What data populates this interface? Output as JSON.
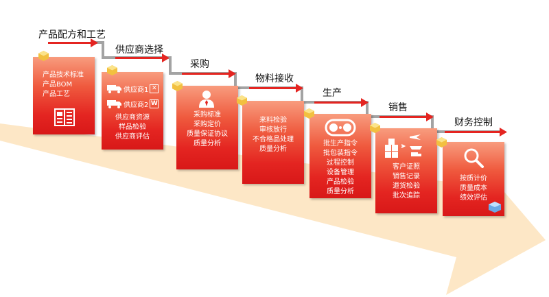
{
  "colors": {
    "accent": "#e42521",
    "connector": "#999999",
    "arrow_band": "#fde7c6",
    "cube": "#f7cf5a"
  },
  "steps": [
    {
      "title": "产品配方和工艺",
      "items": [
        "产品技术标准",
        "产品BOM",
        "产品工艺"
      ],
      "icon": "document-icon"
    },
    {
      "title": "供应商选择",
      "suppliers": [
        {
          "label": "供应商1",
          "mark": "✕"
        },
        {
          "label": "供应商2",
          "mark": "W"
        }
      ],
      "items": [
        "供应商资源",
        "样品检验",
        "供应商评估"
      ],
      "icon": "truck-icon"
    },
    {
      "title": "采购",
      "items": [
        "采购标准",
        "采购定价",
        "质量保证协议",
        "质量分析"
      ],
      "icon": "person-icon"
    },
    {
      "title": "物料接收",
      "items": [
        "来料检验",
        "审核放行",
        "不合格品处理",
        "质量分析"
      ],
      "icon": ""
    },
    {
      "title": "生产",
      "items": [
        "批生产指令",
        "批包装指令",
        "过程控制",
        "设备管理",
        "产品检验",
        "质量分析"
      ],
      "icon": "conveyor-icon"
    },
    {
      "title": "销售",
      "items": [
        "客户证照",
        "销售记录",
        "退货检验",
        "批次追踪"
      ],
      "icon": "logistics-icon"
    },
    {
      "title": "财务控制",
      "items": [
        "按质计价",
        "质量成本",
        "绩效评估"
      ],
      "icon": "magnifier-icon"
    }
  ]
}
